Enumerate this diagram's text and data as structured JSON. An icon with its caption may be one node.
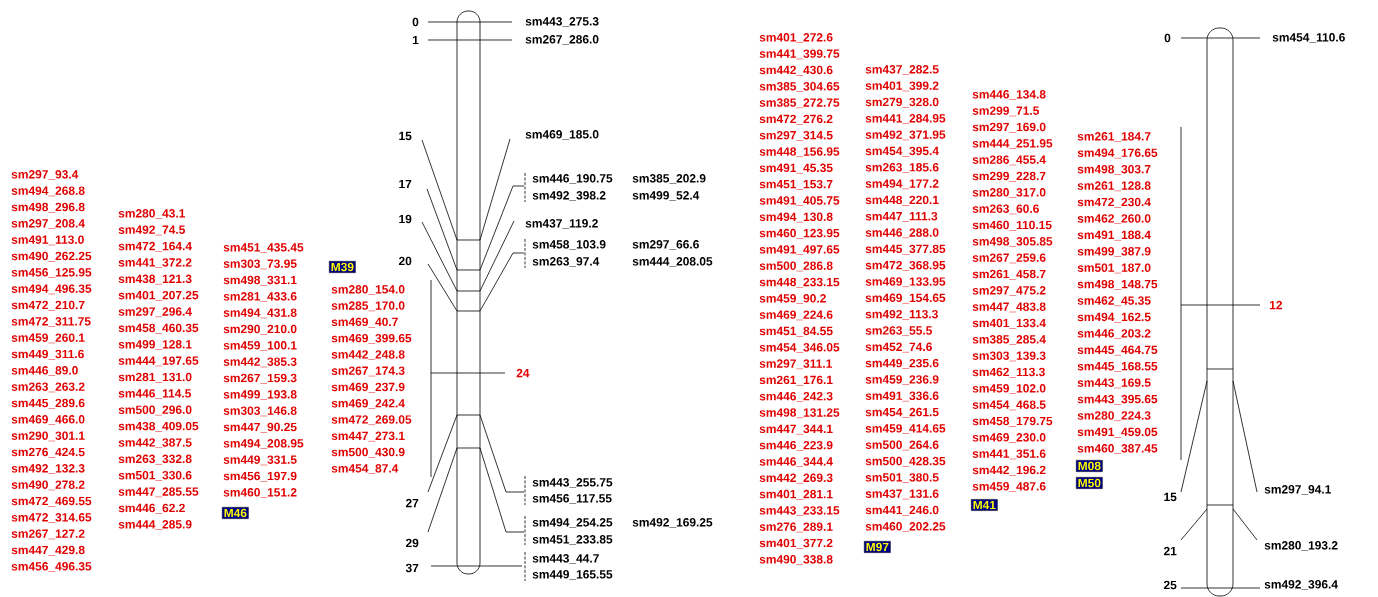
{
  "diagram": {
    "nodes": [
      {
        "text": [
          "M46"
        ]
      },
      {
        "text": [
          "M39"
        ]
      },
      {
        "text": [
          "M97"
        ]
      },
      {
        "text": [
          "M41"
        ]
      },
      {
        "text": [
          "M08"
        ]
      },
      {
        "text": [
          "M50"
        ]
      }
    ],
    "labels": [
      "sm297_93.4",
      "sm494_268.8",
      "sm498_296.8",
      "sm297_208.4",
      "sm491_113.0",
      "sm490_262.25",
      "sm456_125.95",
      "sm494_496.35",
      "sm472_210.7",
      "sm472_311.75",
      "sm459_260.1",
      "sm449_311.6",
      "sm446_89.0",
      "sm263_263.2",
      "sm445_289.6",
      "sm469_466.0",
      "sm290_301.1",
      "sm276_424.5",
      "sm492_132.3",
      "sm490_278.2",
      "sm472_469.55",
      "sm472_314.65",
      "sm267_127.2",
      "sm447_429.8",
      "sm456_496.35",
      "sm280_43.1",
      "sm492_74.5",
      "sm472_164.4",
      "sm441_372.2",
      "sm438_121.3",
      "sm401_207.25",
      "sm297_296.4",
      "sm458_460.35",
      "sm499_128.1",
      "sm444_197.65",
      "sm281_131.0",
      "sm446_114.5",
      "sm500_296.0",
      "sm438_409.05",
      "sm442_387.5",
      "sm263_332.8",
      "sm501_330.6",
      "sm447_285.55",
      "sm446_62.2",
      "sm444_285.9",
      "sm451_435.45",
      "sm303_73.95",
      "sm498_331.1",
      "sm281_433.6",
      "sm494_431.8",
      "sm290_210.0",
      "sm459_100.1",
      "sm442_385.3",
      "sm267_159.3",
      "sm499_193.8",
      "sm303_146.8",
      "sm447_90.25",
      "sm494_208.95",
      "sm449_331.5",
      "sm456_197.9",
      "sm460_151.2",
      "sm280_154.0",
      "sm285_170.0",
      "sm469_40.7",
      "sm469_399.65",
      "sm442_248.8",
      "sm267_174.3",
      "sm469_237.9",
      "sm469_242.4",
      "sm472_269.05",
      "sm447_273.1",
      "sm500_430.9",
      "sm454_87.4",
      "0",
      "1",
      "15",
      "17",
      "19",
      "20",
      "27",
      "29",
      "37",
      "24",
      "sm443_275.3",
      "sm267_286.0",
      "sm469_185.0",
      "sm446_190.75",
      "sm385_202.9",
      "sm492_398.2",
      "sm499_52.4",
      "sm437_119.2",
      "sm458_103.9",
      "sm297_66.6",
      "sm263_97.4",
      "sm444_208.05",
      "sm443_255.75",
      "sm456_117.55",
      "sm494_254.25",
      "sm492_169.25",
      "sm451_233.85",
      "sm443_44.7",
      "sm449_165.55",
      "sm401_272.6",
      "sm441_399.75",
      "sm442_430.6",
      "sm385_304.65",
      "sm385_272.75",
      "sm472_276.2",
      "sm297_314.5",
      "sm448_156.95",
      "sm491_45.35",
      "sm451_153.7",
      "sm491_405.75",
      "sm494_130.8",
      "sm460_123.95",
      "sm491_497.65",
      "sm500_286.8",
      "sm448_233.15",
      "sm459_90.2",
      "sm469_224.6",
      "sm451_84.55",
      "sm454_346.05",
      "sm297_311.1",
      "sm261_176.1",
      "sm446_242.3",
      "sm498_131.25",
      "sm447_344.1",
      "sm446_223.9",
      "sm446_344.4",
      "sm442_269.3",
      "sm401_281.1",
      "sm443_233.15",
      "sm276_289.1",
      "sm401_377.2",
      "sm490_338.8",
      "sm437_282.5",
      "sm401_399.2",
      "sm279_328.0",
      "sm441_284.95",
      "sm492_371.95",
      "sm454_395.4",
      "sm263_185.6",
      "sm494_177.2",
      "sm448_220.1",
      "sm447_111.3",
      "sm446_288.0",
      "sm445_377.85",
      "sm472_368.95",
      "sm469_133.95",
      "sm469_154.65",
      "sm492_113.3",
      "sm263_55.5",
      "sm452_74.6",
      "sm449_235.6",
      "sm459_236.9",
      "sm491_336.6",
      "sm454_261.5",
      "sm459_414.65",
      "sm500_264.6",
      "sm500_428.35",
      "sm501_380.5",
      "sm437_131.6",
      "sm441_246.0",
      "sm460_202.25",
      "sm446_134.8",
      "sm299_71.5",
      "sm297_169.0",
      "sm444_251.95",
      "sm286_455.4",
      "sm299_228.7",
      "sm280_317.0",
      "sm263_60.6",
      "sm460_110.15",
      "sm498_305.85",
      "sm267_259.6",
      "sm261_458.7",
      "sm297_475.2",
      "sm447_483.8",
      "sm401_133.4",
      "sm385_285.4",
      "sm303_139.3",
      "sm462_113.3",
      "sm459_102.0",
      "sm454_468.5",
      "sm458_179.75",
      "sm469_230.0",
      "sm441_351.6",
      "sm442_196.2",
      "sm459_487.6",
      "sm261_184.7",
      "sm494_176.65",
      "sm498_303.7",
      "sm261_128.8",
      "sm472_230.4",
      "sm462_260.0",
      "sm491_188.4",
      "sm499_387.9",
      "sm501_187.0",
      "sm498_148.75",
      "sm462_45.35",
      "sm494_162.5",
      "sm446_203.2",
      "sm445_464.75",
      "sm445_168.55",
      "sm443_169.5",
      "sm443_395.65",
      "sm280_224.3",
      "sm491_459.05",
      "sm460_387.45",
      "0",
      "12",
      "15",
      "21",
      "25",
      "sm454_110.6",
      "sm297_94.1",
      "sm280_193.2",
      "sm492_396.4"
    ]
  }
}
